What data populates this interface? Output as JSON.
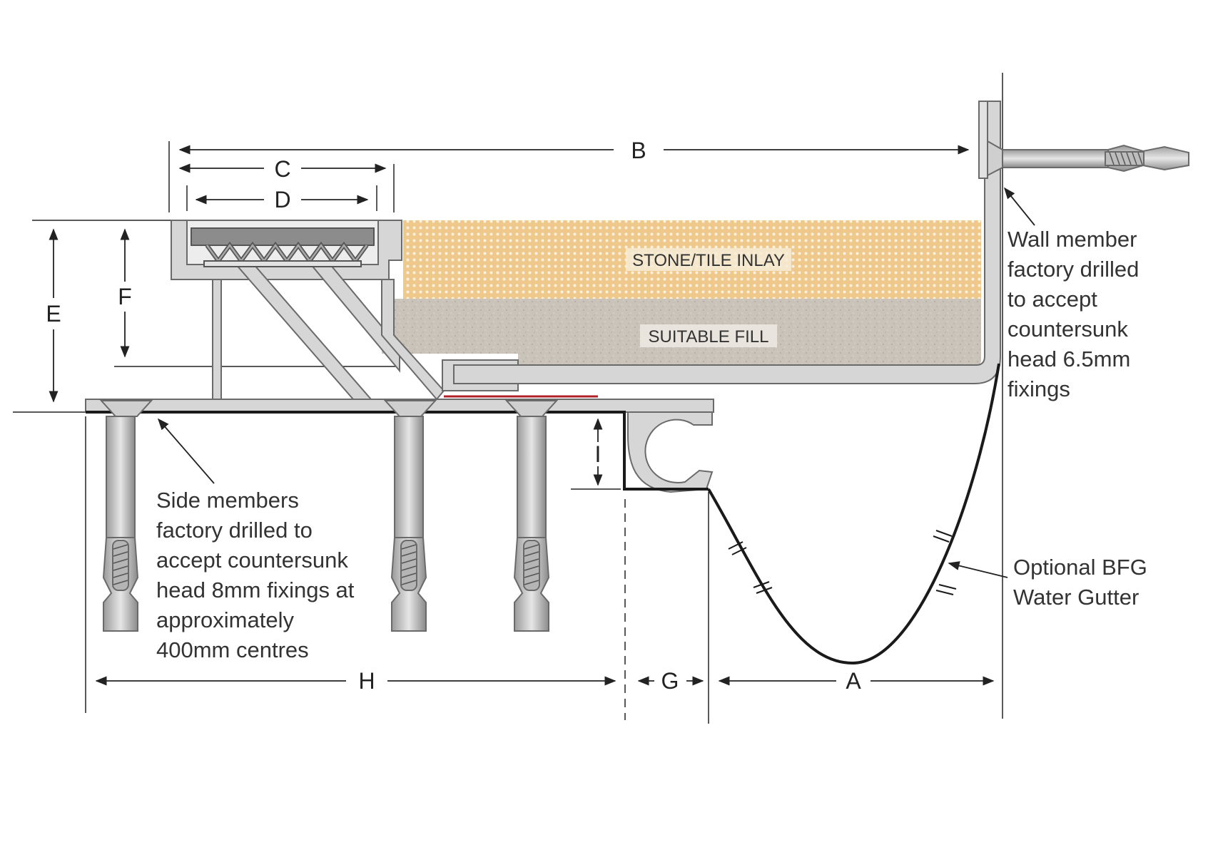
{
  "dimensions": {
    "a": "A",
    "b": "B",
    "c": "C",
    "d": "D",
    "e": "E",
    "f": "F",
    "g": "G",
    "h": "H",
    "i": "I"
  },
  "fills": {
    "inlay_label": "STONE/TILE INLAY",
    "fill_label": "SUITABLE FILL"
  },
  "notes": {
    "wall_member": [
      "Wall member",
      "factory drilled",
      "to accept",
      "countersunk",
      "head 6.5mm",
      "fixings"
    ],
    "side_members": [
      "Side members",
      "factory drilled to",
      "accept countersunk",
      "head 8mm fixings at",
      "approximately",
      "400mm centres"
    ],
    "gutter": [
      "Optional BFG",
      "Water Gutter"
    ]
  },
  "colors": {
    "aluminium": "#d6d6d6",
    "aluminium_stroke": "#6a6a6a",
    "inlay": "#f2d7a3",
    "fill": "#c8c2b8",
    "seal": "#8c8c8c",
    "membrane": "#1a1a1a",
    "sealant_red": "#b0202a"
  }
}
